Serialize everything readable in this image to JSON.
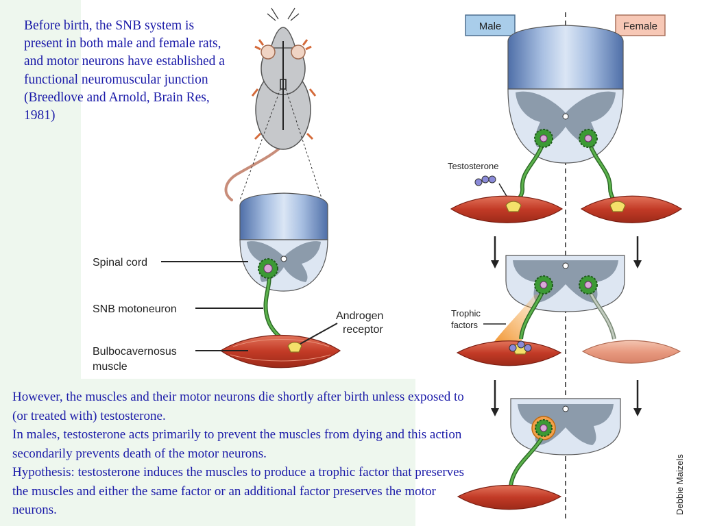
{
  "intro_text": "Before birth, the SNB system is present in both male and female rats, and motor neurons have established a functional neuromuscular junction (Breedlove and Arnold, Brain Res, 1981)",
  "bottom_paragraphs": [
    "However, the muscles and their motor neurons die shortly after birth unless exposed to (or treated with) testosterone.",
    "In males, testosterone acts primarily to prevent the muscles from dying and this action secondarily prevents death of the motor neurons.",
    "Hypothesis: testosterone induces the muscles to produce a trophic factor that preserves the muscles and either the same factor or an additional factor preserves the motor neurons."
  ],
  "left_diagram": {
    "labels": {
      "spinal_cord": "Spinal cord",
      "snb_motoneuron": "SNB motoneuron",
      "androgen_receptor_line1": "Androgen",
      "androgen_receptor_line2": "receptor",
      "bulbocavernosus_line1": "Bulbocavernosus",
      "bulbocavernosus_line2": "muscle"
    }
  },
  "right_diagram": {
    "male_label": "Male",
    "female_label": "Female",
    "testosterone_label": "Testosterone",
    "trophic_line1": "Trophic",
    "trophic_line2": "factors",
    "credit": "Debbie Maizels"
  },
  "colors": {
    "text_blue": "#1a1aa8",
    "background": "#eef7ee",
    "muscle_red": "#c23a26",
    "neuron_green": "#3c9a35",
    "cord_blue": "#7f9fd0",
    "male_box": "#a9cdea",
    "female_box": "#f7c8b6"
  }
}
